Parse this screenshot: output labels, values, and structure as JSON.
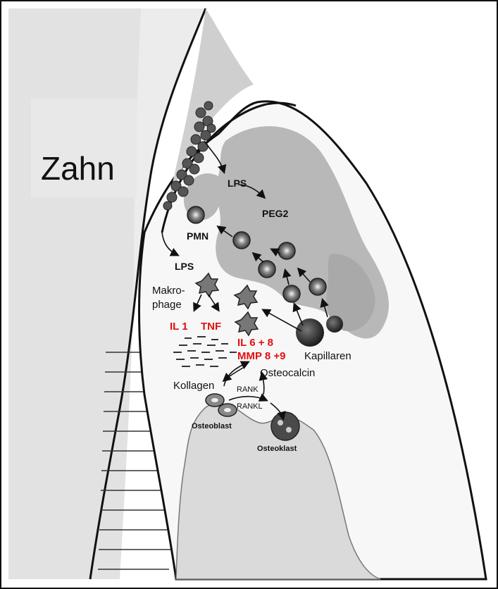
{
  "labels": {
    "tooth": "Zahn",
    "lps_top": "LPS",
    "peg2": "PEG2",
    "pmn": "PMN",
    "lps_mid": "LPS",
    "macrophage_1": "Makro-",
    "macrophage_2": "phage",
    "il1": "IL 1",
    "tnf": "TNF",
    "il68": "IL 6 + 8",
    "mmp": "MMP 8 +9",
    "capillaries": "Kapillaren",
    "osteocalcin": "Osteocalcin",
    "collagen": "Kollagen",
    "rank": "RANK",
    "rankl": "RANKL",
    "osteoblast": "Osteoblast",
    "osteoclast": "Osteoklast"
  },
  "colors": {
    "highlight": "#e01010",
    "tissue": "#b8b8b8",
    "bone": "#dadada",
    "tooth": "#ececec"
  }
}
